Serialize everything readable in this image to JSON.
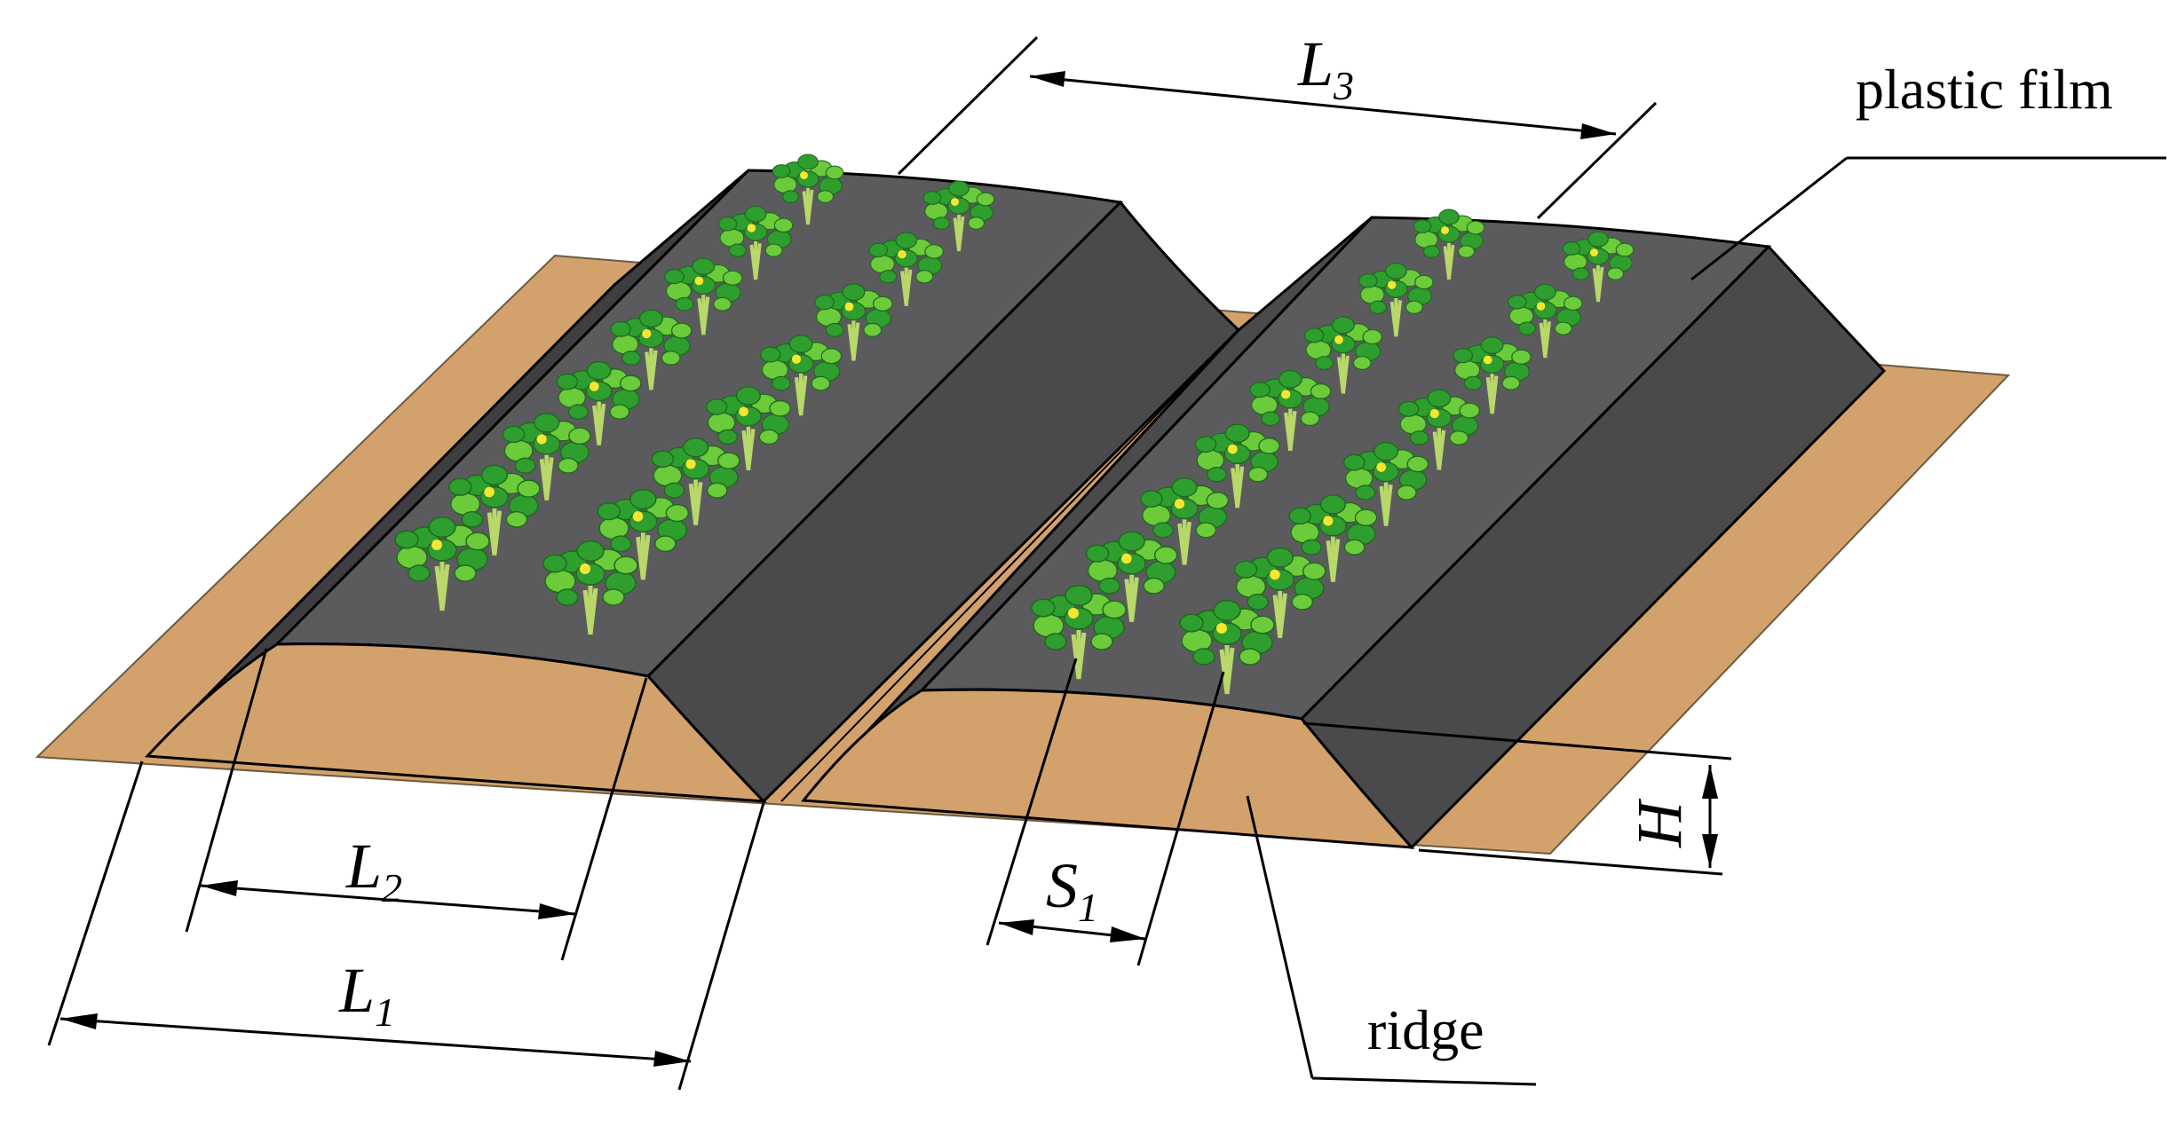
{
  "labels": {
    "L3": {
      "main": "L",
      "sub": "3"
    },
    "L2": {
      "main": "L",
      "sub": "2"
    },
    "L1": {
      "main": "L",
      "sub": "1"
    },
    "S1": {
      "main": "S",
      "sub": "1"
    },
    "H": "H",
    "plastic_film": "plastic film",
    "ridge": "ridge"
  },
  "colors": {
    "soil": "#D3A26C",
    "film_top": "#5B5B5D",
    "film_side": "#4A4A4C",
    "film_dark": "#3E3E40",
    "leaf": "#2E9E2E",
    "leaf_light": "#6CCB3A",
    "stem": "#B8D86A",
    "flower": "#F5E633",
    "line": "#000000"
  },
  "plants": {
    "rows_per_ridge": 2,
    "plants_per_row": 8
  }
}
